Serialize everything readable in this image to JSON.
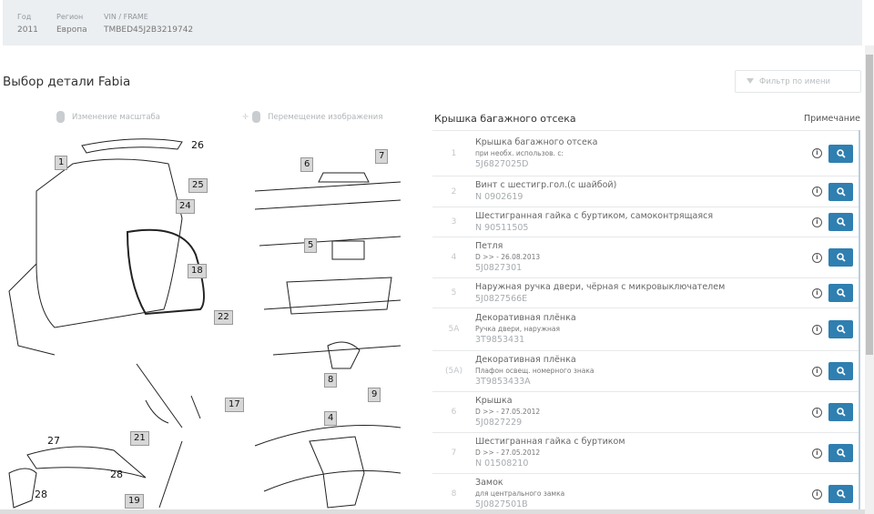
{
  "vehicle": {
    "year_label": "Год",
    "year": "2011",
    "region_label": "Регион",
    "region": "Европа",
    "vin_label": "VIN / FRAME",
    "vin": "TMBED45J2B3219742"
  },
  "page_title": "Выбор детали Fabia",
  "filter_placeholder": "Фильтр по имени",
  "hints": {
    "zoom": "Изменение масштаба",
    "move": "Перемещение изображения"
  },
  "diagram_callouts": [
    "1",
    "26",
    "25",
    "24",
    "18",
    "22",
    "6",
    "7",
    "5",
    "8",
    "9",
    "17",
    "21",
    "27",
    "28",
    "4",
    "19"
  ],
  "list": {
    "title": "Крышка багажного отсека",
    "note_header": "Примечание",
    "rows": [
      {
        "num": "1",
        "name": "Крышка багажного отсека",
        "sub": "при необх. использов. с:",
        "code": "5J6827025D"
      },
      {
        "num": "2",
        "name": "Винт с шестигр.гол.(с шайбой)",
        "sub": "",
        "code": "N 0902619"
      },
      {
        "num": "3",
        "name": "Шестигранная гайка с буртиком, самоконтрящаяся",
        "sub": "",
        "code": "N 90511505"
      },
      {
        "num": "4",
        "name": "Петля",
        "sub": "D >> - 26.08.2013",
        "code": "5J0827301"
      },
      {
        "num": "5",
        "name": "Наружная ручка двери, чёрная с микровыключателем",
        "sub": "",
        "code": "5J0827566E"
      },
      {
        "num": "5A",
        "name": "Декоративная плёнка",
        "sub": "Ручка двери, наружная",
        "code": "3T9853431"
      },
      {
        "num": "(5A)",
        "name": "Декоративная плёнка",
        "sub": "Плафон освещ. номерного знака",
        "code": "3T9853433A"
      },
      {
        "num": "6",
        "name": "Крышка",
        "sub": "D >> - 27.05.2012",
        "code": "5J0827229"
      },
      {
        "num": "7",
        "name": "Шестигранная гайка с буртиком",
        "sub": "D >> - 27.05.2012",
        "code": "N 01508210"
      },
      {
        "num": "8",
        "name": "Замок",
        "sub": "для центрального замка",
        "code": "5J0827501B"
      }
    ]
  },
  "colors": {
    "accent": "#2f7fb1",
    "topbar": "#eceff1"
  }
}
